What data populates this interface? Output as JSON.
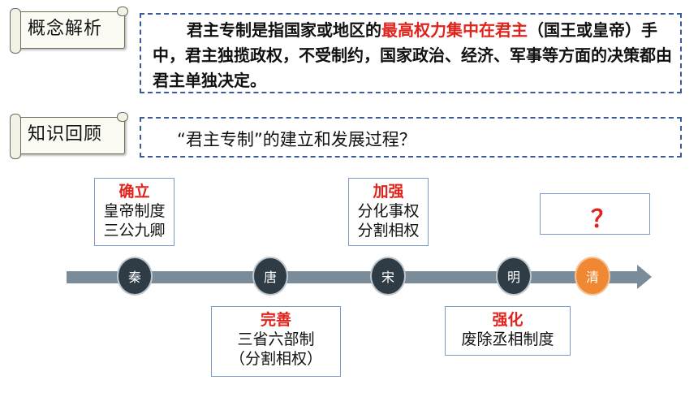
{
  "concept": {
    "tag": "概念解析",
    "definition_prefix": "君主专制是指国家或地区的",
    "definition_highlight": "最高权力集中在君主",
    "definition_suffix": "（国王或皇帝）手中，君主独揽政权，不受制约，国家政治、经济、军事等方面的决策都由君主单独决定。"
  },
  "review": {
    "tag": "知识回顾",
    "question": "“君主专制”的建立和发展过程？"
  },
  "timeline": {
    "nodes": [
      "秦",
      "唐",
      "宋",
      "明",
      "清"
    ],
    "cards": {
      "qin": {
        "heading": "确立",
        "line1": "皇帝制度",
        "line2": "三公九卿"
      },
      "tang": {
        "heading": "完善",
        "line1": "三省六部制",
        "line2": "（分割相权）"
      },
      "song": {
        "heading": "加强",
        "line1": "分化事权",
        "line2": "分割相权"
      },
      "ming": {
        "heading": "强化",
        "line1": "废除丞相制度"
      },
      "qing": {
        "mark": "？"
      }
    }
  },
  "colors": {
    "accent_red": "#e0231c",
    "axis": "#7a8c9a",
    "node_dark": "#2f3b45",
    "node_orange": "#f08732"
  }
}
